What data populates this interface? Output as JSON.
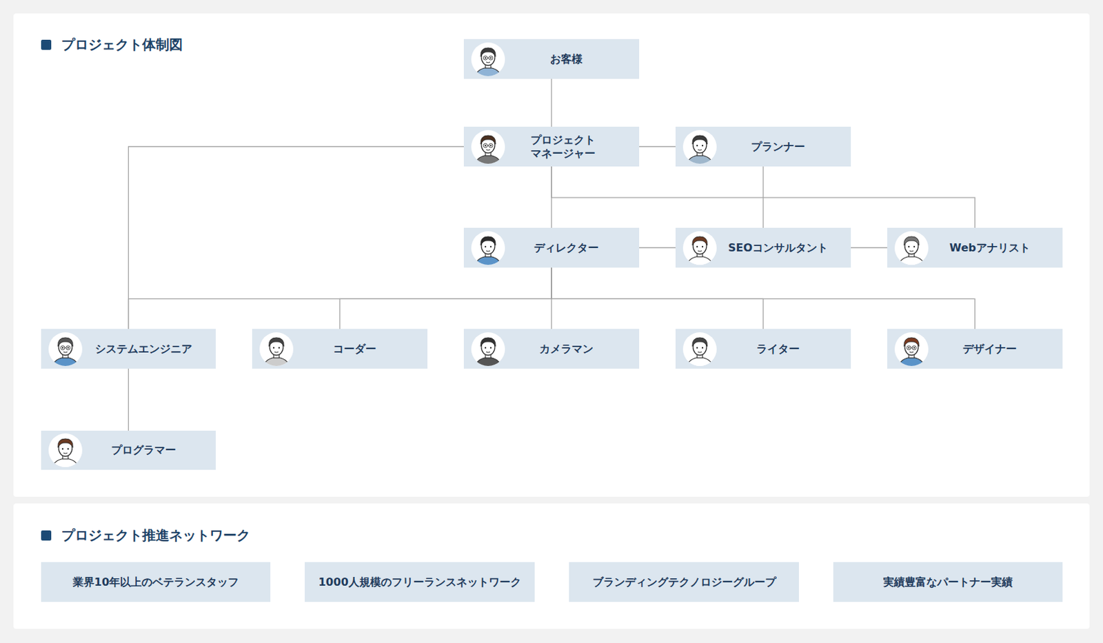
{
  "diagram": {
    "title": "プロジェクト体制図",
    "nodes": [
      {
        "text": [
          "お客様"
        ]
      },
      {
        "text": [
          "プロジェクト マネージャー"
        ]
      },
      {
        "text": [
          "プランナー"
        ]
      },
      {
        "text": [
          "ディレクター"
        ]
      },
      {
        "text": [
          "SEOコンサルタント"
        ]
      },
      {
        "text": [
          "Webアナリスト"
        ]
      },
      {
        "text": [
          "システムエンジニア"
        ]
      },
      {
        "text": [
          "コーダー"
        ]
      },
      {
        "text": [
          "カメラマン"
        ]
      },
      {
        "text": [
          "ライター"
        ]
      },
      {
        "text": [
          "デザイナー"
        ]
      },
      {
        "text": [
          "プログラマー"
        ]
      },
      {
        "text": [
          "業界10年以上のベテランスタッフ"
        ]
      },
      {
        "text": [
          "1000人規模のフリーランスネットワーク"
        ]
      },
      {
        "text": [
          "ブランディングテクノロジーグループ"
        ]
      },
      {
        "text": [
          "実績豊富なパートナー実績"
        ]
      }
    ],
    "edges": [
      {
        "from": 0,
        "to": 1,
        "arrow": "none"
      },
      {
        "from": 1,
        "to": 2,
        "arrow": "none"
      },
      {
        "from": 1,
        "to": 6,
        "arrow": "none"
      },
      {
        "from": 1,
        "to": 3,
        "arrow": "none"
      },
      {
        "from": 1,
        "to": 5,
        "arrow": "none"
      },
      {
        "from": 2,
        "to": 4,
        "arrow": "none"
      },
      {
        "from": 3,
        "to": 4,
        "arrow": "none"
      },
      {
        "from": 4,
        "to": 5,
        "arrow": "none"
      },
      {
        "from": 3,
        "to": 6,
        "arrow": "none"
      },
      {
        "from": 3,
        "to": 7,
        "arrow": "none"
      },
      {
        "from": 3,
        "to": 8,
        "arrow": "none"
      },
      {
        "from": 3,
        "to": 9,
        "arrow": "none"
      },
      {
        "from": 3,
        "to": 10,
        "arrow": "none"
      },
      {
        "from": 6,
        "to": 11,
        "arrow": "none"
      }
    ],
    "labels": [
      "プロジェクト推進ネットワーク"
    ]
  }
}
